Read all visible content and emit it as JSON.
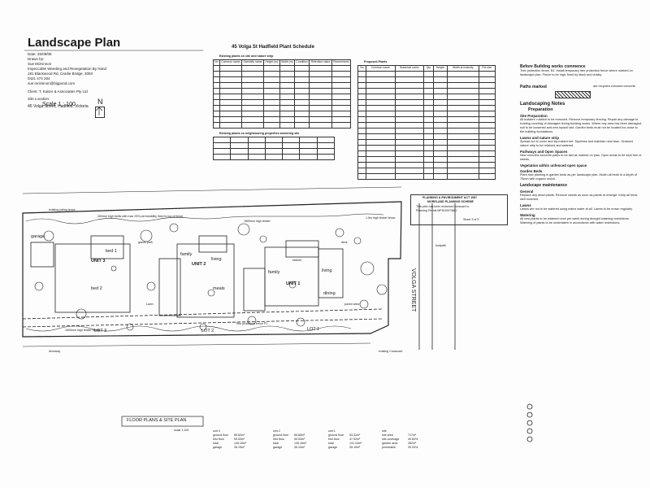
{
  "title": "Landscape Plan",
  "drawing_info": {
    "lines": [
      "Date: 25/09/08",
      "Drawn by:",
      "Sue McKinnon",
      "Impeccable Weeding and Revegetation By Hand",
      "181 Blackwood Rd, Cardie Bridge, 3093",
      "0421 474 284",
      "sue.mckinnon@bigpond.com",
      "Client: T. Kaiser & Associates Pty Ltd",
      "Site Location:",
      "45 Volga Street, Hadfield, Victoria"
    ],
    "scale": "Scale 1 : 100",
    "north": "N"
  },
  "schedule": {
    "title": "45 Volga St Hadfield Plant Schedule",
    "existing_title": "Existing plants on site and nature strip",
    "neighbouring_title": "Existing plants on neighbouring properties bordering site",
    "proposed_title": "Proposed Plants",
    "headers_existing": [
      "No",
      "Common name",
      "Scientific name",
      "Height (m)",
      "Width (m)",
      "Condition",
      "Retention value",
      "Recommend"
    ],
    "headers_proposed": [
      "No",
      "Common name",
      "Botanical name",
      "Qty",
      "Height",
      "Width at maturity",
      "Pot size"
    ]
  },
  "notes": {
    "before_title": "Before Building works commence",
    "before_text": "Tree protection fence, B1. Install temporary tree protection fence where marked on landscape plan. Fence to be high, fixed by black and chalky.",
    "paths_label": "Paths marked",
    "paths_note": "are recycled coloured concrete.",
    "landscaping_title": "Landscaping Notes",
    "prep_title": "Preparation",
    "site_prep_title": "Site Preparation",
    "site_prep_text": "All builders' rubbish to be removed. Remove temporary fencing. Repair any damage to existing covering of damaged during building works. Where any area has been damaged, soil to be loosened and new topsoil laid. Garden beds must not be located too close to the building foundations.",
    "lawns_title": "Lawns and nature strip",
    "lawns_text": "Spread out to cover and lay instant turf. Topdress and maintain new lawn. Grassed nature strip to be retained and watered.",
    "paths_title": "Pathways and Open Spaces",
    "paths_text": "New coloured concrete paths to be laid as marked on plan. Open areas to be kept free of weeds.",
    "vegetation_title": "Vegetation within unfenced open space",
    "garden_beds_title": "Garden Beds",
    "garden_beds_text": "Plant new planting in garden beds as per landscape plan. Mulch all beds to a depth of 75mm with organic mulch.",
    "maintenance_title": "Landscape maintenance",
    "general_title": "General",
    "general_text": "Replace any dead plants. Remove weeds as soon as plants re-emerge. Keep all beds well mulched.",
    "lawns2_title": "Lawns",
    "lawns2_text": "Lawns are not to be watered using mains water at all. Lawns to be mown regularly.",
    "watering_title": "Watering",
    "watering_text": "All new plants to be watered once per week during drought watering restrictions. Watering of plants to be undertaken in accordance with water restrictions."
  },
  "stamp": {
    "line1": "PLANNING & ENVIRONMENT ACT 1987",
    "line2": "MORELAND PLANNING SCHEME",
    "line3": "This plan has been endorsed pursuant to",
    "line4": "Planning Permit MPS/2007/861",
    "sign": "Sheet 3 of 5"
  },
  "plan_labels": {
    "garage_tl": "garage",
    "unit3": "UNIT 3",
    "unit2": "UNIT 2",
    "unit1": "UNIT 1",
    "bed1": "bed 1",
    "bed2": "bed 2",
    "family": "family",
    "family2": "family",
    "living": "living",
    "living2": "living",
    "meals": "meals",
    "dining": "dining",
    "kitchen": "kitchen",
    "lot3": "LOT 3",
    "lot2": "LOT 2",
    "lot1": "LOT 1",
    "volga": "VOLGA STREET",
    "fence_note": "1600mm high timber fence",
    "fence_note2": "1800mm high timber",
    "fence_top": "400mm high trellis with max 25% permeability fixed to top of fence",
    "driveway": "driveway",
    "existing_fence": "existing paling fence",
    "drive2": "existing Crossover",
    "proposed_fence": "1.5m high timber fence",
    "footpath": "footpath",
    "hedge": "Tree protection fence P1",
    "floor_plan": "FLOOR PLANS & SITE PLAN",
    "scale": "scale 1:100",
    "gravel": "gravel path",
    "paved": "paved area",
    "lawn": "Lawn",
    "deck": "deck"
  },
  "areas": [
    [
      "unit 3",
      "ground floor",
      "85.62m²",
      "first floor",
      "59.53m²",
      "total",
      "145.15m²",
      "garage",
      "35.19m²"
    ],
    [
      "unit 2",
      "ground floor",
      "85.65m²",
      "first floor",
      "59.53m²",
      "total",
      "145.18m²",
      "garage",
      "35.19m²"
    ],
    [
      "unit 1",
      "ground floor",
      "93.32m²",
      "first floor",
      "47.92m²",
      "total",
      "141.24m²",
      "garage",
      "35.19m²"
    ],
    [
      "site",
      "site area",
      "717m²",
      "site coverage",
      "49.69%",
      "garden area",
      "352m²",
      "permeable",
      "39.25%"
    ]
  ],
  "colors": {
    "ink": "#1a1a1a",
    "paper": "#fdfdfd"
  }
}
